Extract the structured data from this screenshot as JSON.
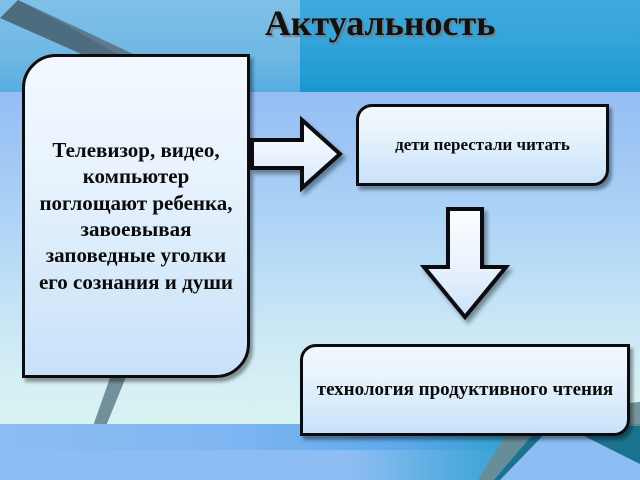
{
  "slide": {
    "title": "Актуальность",
    "background": {
      "top_band_color": "#34a4da",
      "main_gradient_from": "#8cb4f2",
      "main_gradient_to": "#d9f2f2",
      "bottom_band_color": "#1c94c8",
      "accent_dark": "#4e6c80"
    }
  },
  "boxes": {
    "left": {
      "text": "Телевизор, видео, компьютер поглощают ребенка, завоевывая заповедные уголки его сознания и души",
      "fill": "#e6f2fd",
      "border": "#0b0b10"
    },
    "right": {
      "text": "дети перестали читать",
      "fill": "#e6f2fd",
      "border": "#0b0b10"
    },
    "bottom": {
      "text": "технология продуктивного чтения",
      "fill": "#e6f2fd",
      "border": "#0b0b10"
    }
  },
  "arrows": {
    "right": {
      "name": "right-arrow",
      "direction": "right",
      "fill": "#e9f3fd"
    },
    "down": {
      "name": "down-arrow",
      "direction": "down",
      "fill": "#e9f3fd"
    }
  }
}
